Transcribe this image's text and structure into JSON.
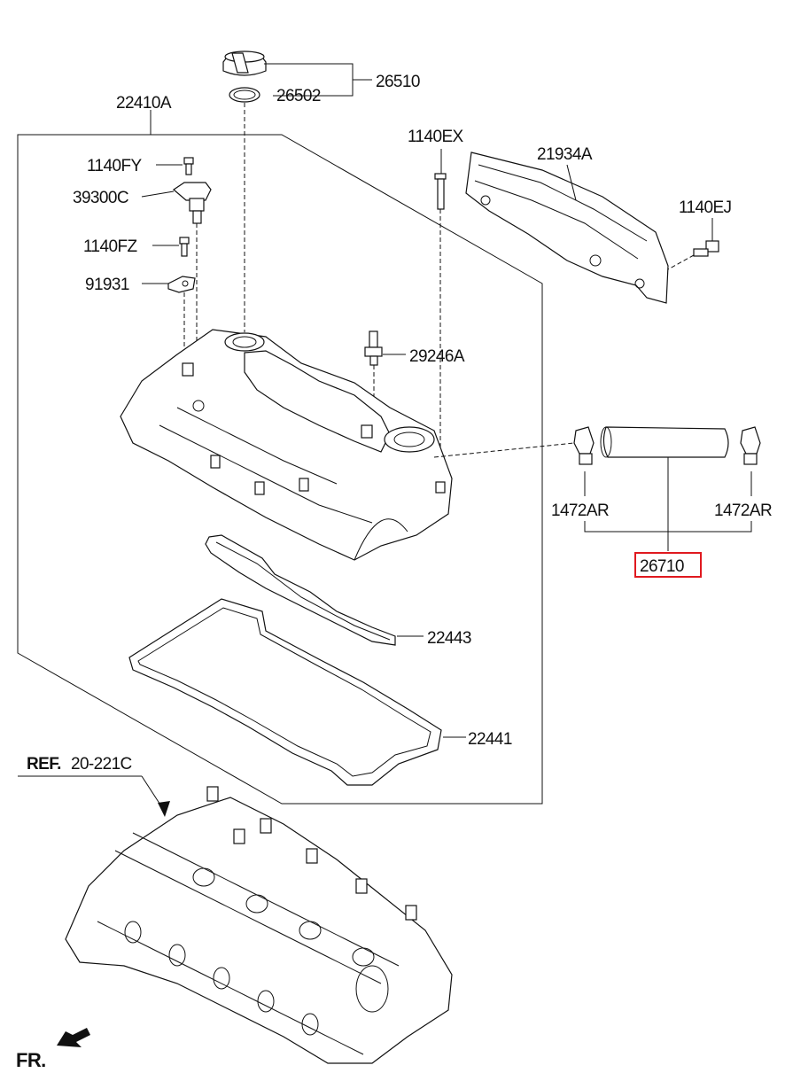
{
  "labels": {
    "oil_cap_assy": "26510",
    "oil_cap_gasket": "26502",
    "cover_assy": "22410A",
    "bolt_ex": "1140EX",
    "heat_shield": "21934A",
    "bolt_ej": "1140EJ",
    "bolt_fy": "1140FY",
    "cam_sensor": "39300C",
    "bolt_fz": "1140FZ",
    "bracket": "91931",
    "pcv_valve": "29246A",
    "clamp_left": "1472AR",
    "clamp_right": "1472AR",
    "breather_hose": "26710",
    "gasket_inner": "22443",
    "gasket_outer": "22441",
    "ref_prefix": "REF.",
    "ref_number": "20-221C",
    "front_marker": "FR."
  },
  "highlight_color": "#e0191f"
}
